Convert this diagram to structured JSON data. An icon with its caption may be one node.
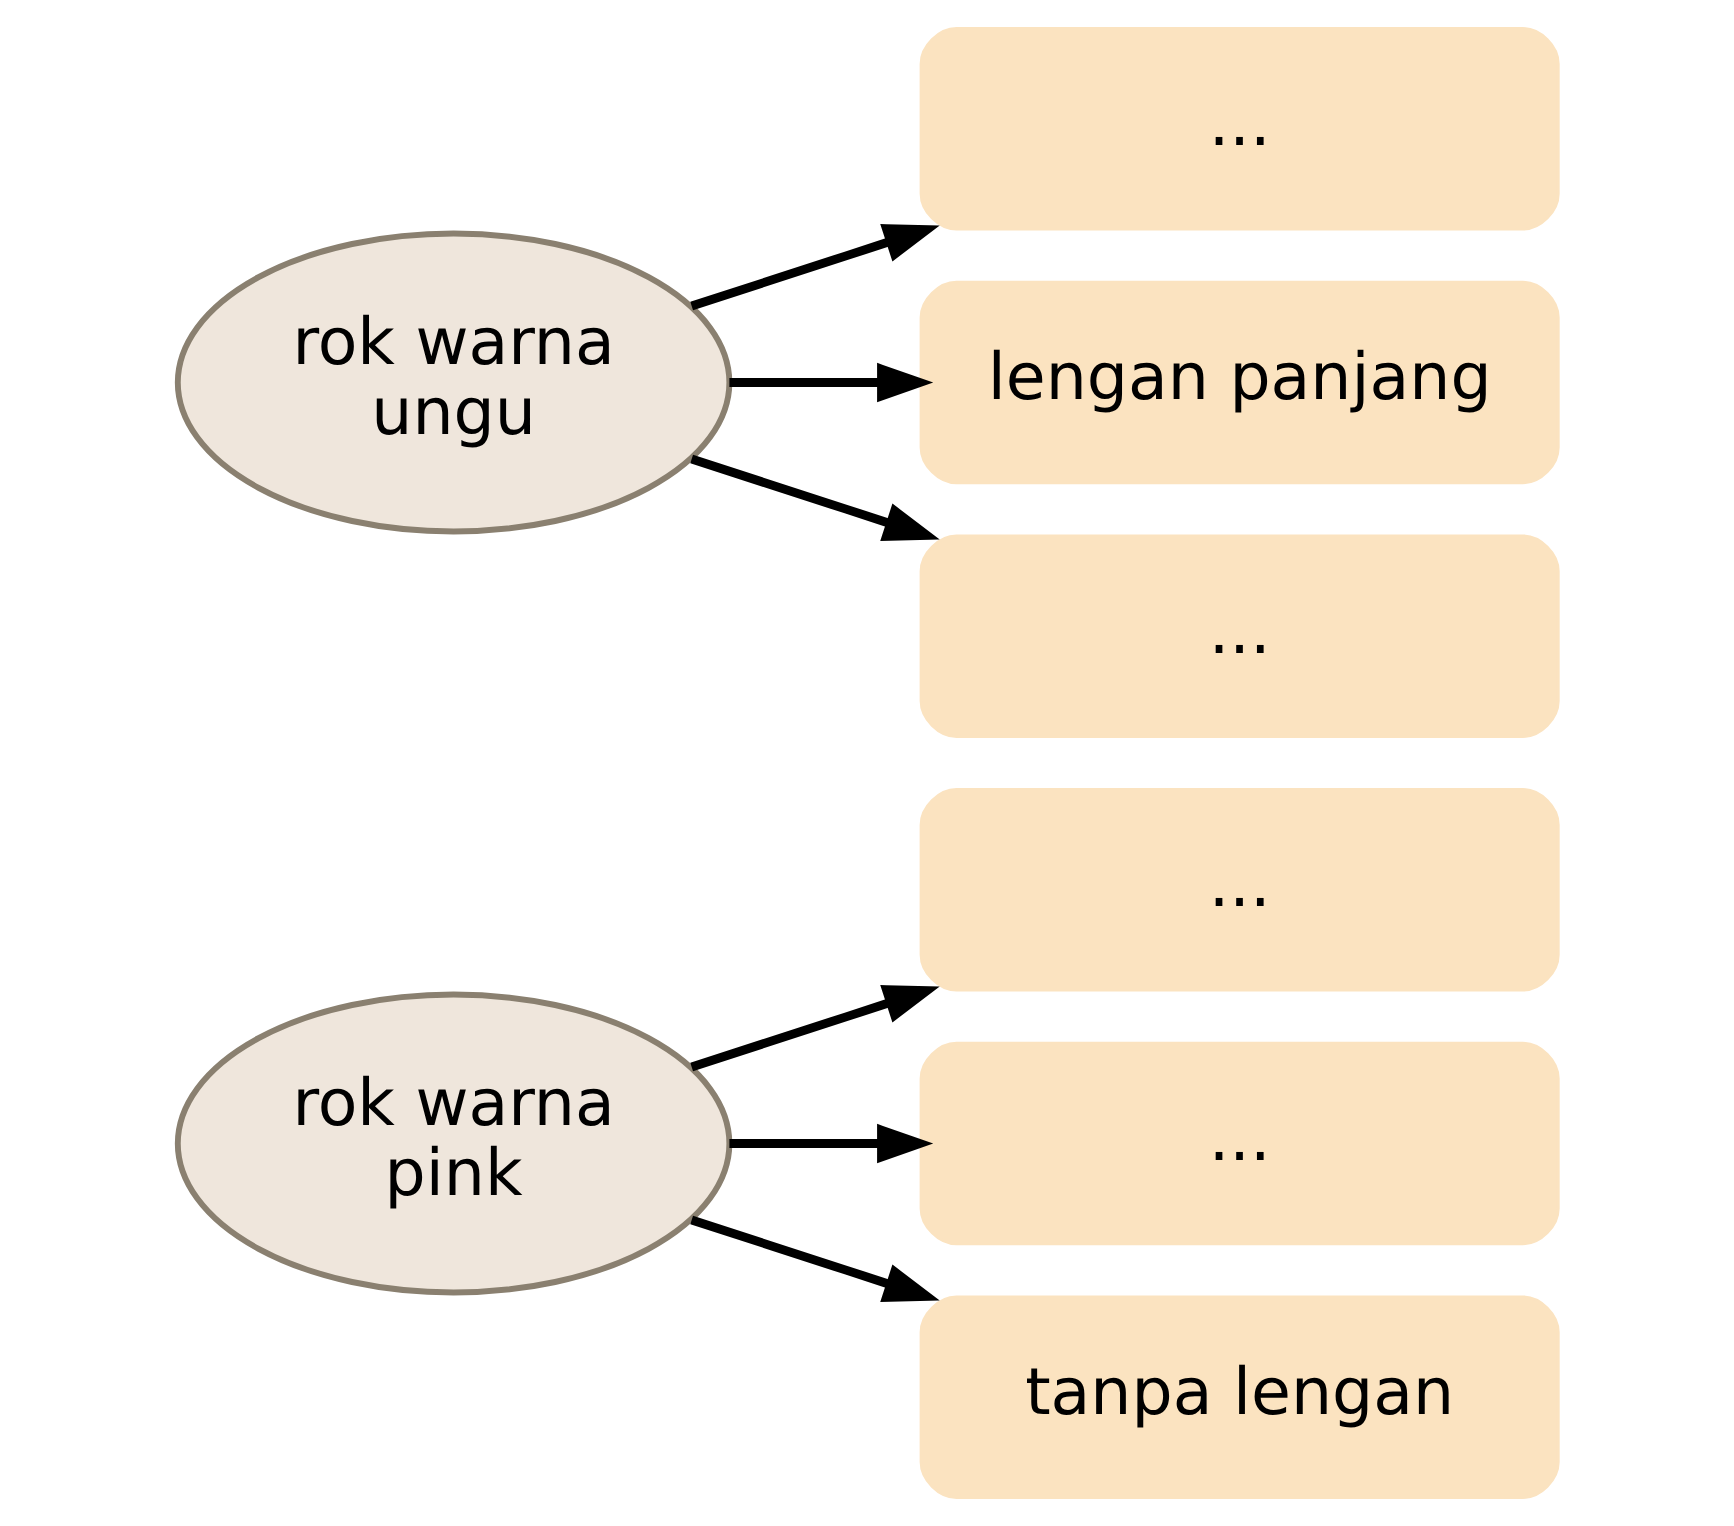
{
  "diagram": {
    "nodes": [
      {
        "text": [
          "rok warna pink"
        ]
      },
      {
        "text": [
          "..."
        ]
      },
      {
        "text": [
          "..."
        ]
      },
      {
        "text": [
          "tanpa lengan"
        ]
      },
      {
        "text": [
          "rok warna ungu"
        ]
      },
      {
        "text": [
          "..."
        ]
      },
      {
        "text": [
          "lengan panjang"
        ]
      },
      {
        "text": [
          "..."
        ]
      }
    ],
    "edges": [
      {
        "from": 0,
        "to": 1,
        "arrow": "to"
      },
      {
        "from": 0,
        "to": 2,
        "arrow": "to"
      },
      {
        "from": 0,
        "to": 3,
        "arrow": "to"
      },
      {
        "from": 4,
        "to": 5,
        "arrow": "to"
      },
      {
        "from": 4,
        "to": 6,
        "arrow": "to"
      },
      {
        "from": 4,
        "to": 7,
        "arrow": "to"
      }
    ]
  }
}
